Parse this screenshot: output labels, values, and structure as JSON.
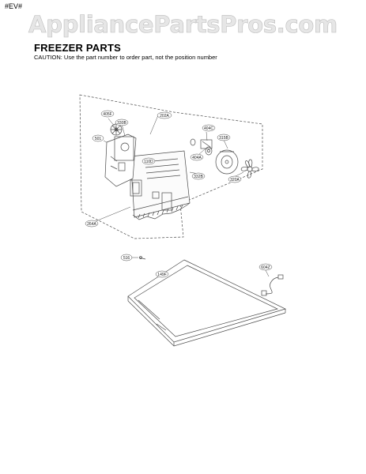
{
  "header": {
    "revision_mark": "#EV#",
    "watermark": "AppliancePartsPros.com",
    "title": "FREEZER PARTS",
    "caution": "CAUTION: Use the part number to order part, not the position number"
  },
  "callouts": {
    "c202A": "202A",
    "c405F": "405F",
    "c330B": "330B",
    "c501": "501",
    "c110D": "110D",
    "c404C": "404C",
    "c315B": "315B",
    "c404A": "404A",
    "c332B": "332B",
    "c320A": "320A",
    "c264A": "264A",
    "c516": "516",
    "c149F": "149F",
    "c604Z": "604Z"
  },
  "colors": {
    "line": "#4a4a4a",
    "watermark_fill": "#e6e6e6",
    "watermark_stroke": "#bdbdbd"
  }
}
